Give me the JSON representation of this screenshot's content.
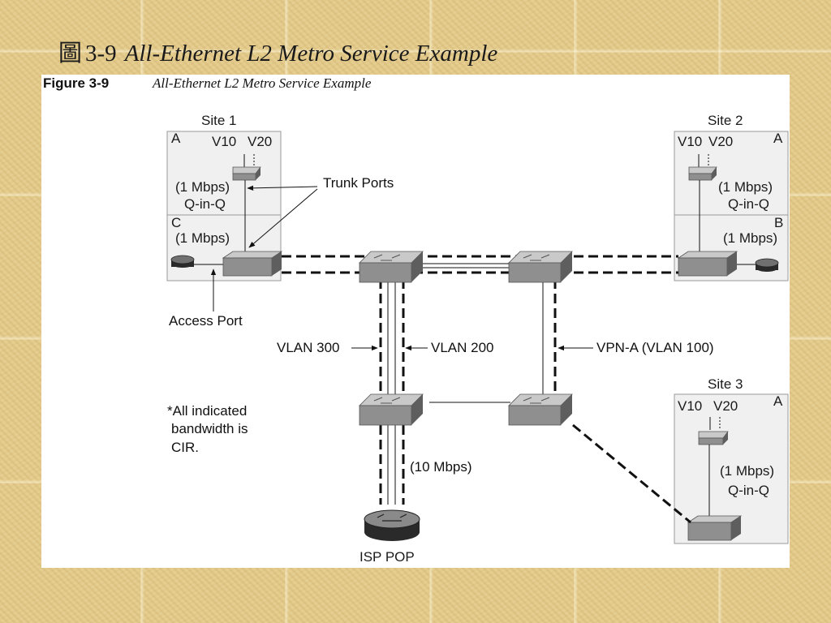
{
  "slide": {
    "title_prefix": "圖",
    "title_number": "3-9",
    "title_text": "All-Ethernet L2 Metro Service Example"
  },
  "figure": {
    "label": "Figure 3-9",
    "caption": "All-Ethernet L2 Metro Service Example"
  },
  "site1": {
    "name": "Site 1",
    "zone_a": "A",
    "zone_c": "C",
    "vlan_a": "V10",
    "vlan_b": "V20",
    "bw_a": "(1 Mbps)",
    "encap": "Q-in-Q",
    "bw_c": "(1 Mbps)"
  },
  "site2": {
    "name": "Site 2",
    "zone_a": "A",
    "zone_b": "B",
    "vlan_a": "V10",
    "vlan_b": "V20",
    "bw_a": "(1 Mbps)",
    "encap": "Q-in-Q",
    "bw_b": "(1 Mbps)"
  },
  "site3": {
    "name": "Site 3",
    "zone_a": "A",
    "vlan_a": "V10",
    "vlan_b": "V20",
    "bw_a": "(1 Mbps)",
    "encap": "Q-in-Q"
  },
  "labels": {
    "trunk_ports": "Trunk Ports",
    "access_port": "Access Port",
    "vlan300": "VLAN 300",
    "vlan200": "VLAN 200",
    "vpn_a": "VPN-A (VLAN 100)",
    "isp_bw": "(10 Mbps)",
    "isp_pop": "ISP POP",
    "note_line1": "*All indicated",
    "note_line2": "bandwidth is",
    "note_line3": "CIR."
  },
  "colors": {
    "switch_top": "#c9c9c9",
    "switch_front": "#8f8f8f",
    "switch_side": "#5e5e5e",
    "site_box": "#f0f0f0",
    "router": "#2a2a2a"
  }
}
